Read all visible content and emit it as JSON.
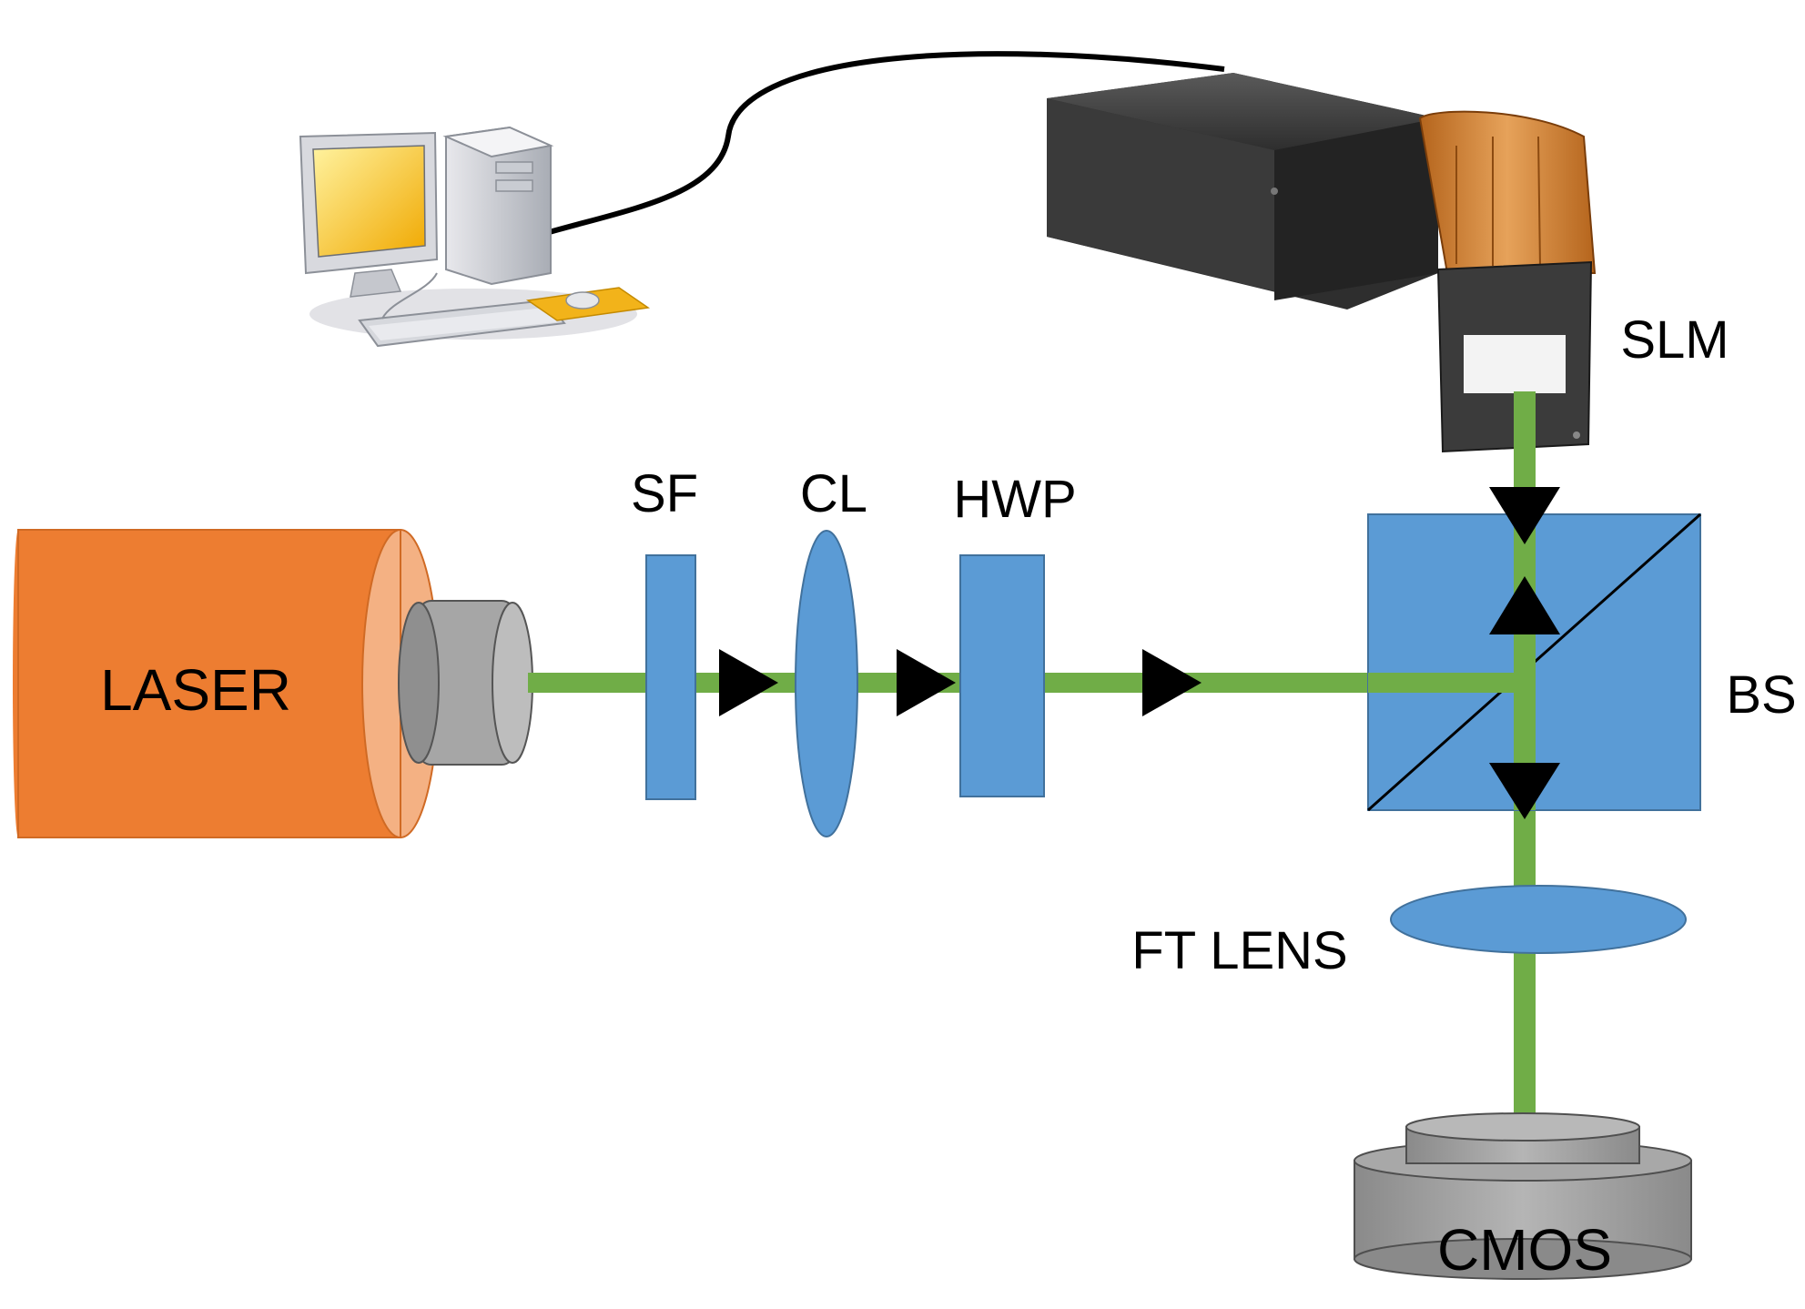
{
  "labels": {
    "laser": "LASER",
    "sf": "SF",
    "cl": "CL",
    "hwp": "HWP",
    "slm": "SLM",
    "bs": "BS",
    "ft_lens": "FT LENS",
    "cmos": "CMOS"
  },
  "colors": {
    "beam": "#70ad47",
    "optics": "#5b9bd5",
    "laser_body": "#ed7d31",
    "laser_face": "#f4b183",
    "camera_gray": "#9e9e9e",
    "arrow": "#000000",
    "cable": "#000000",
    "monitor_screen": "#f5b800"
  },
  "icons": {
    "computer": "desktop-computer-icon",
    "slm_device": "slm-device-icon"
  }
}
